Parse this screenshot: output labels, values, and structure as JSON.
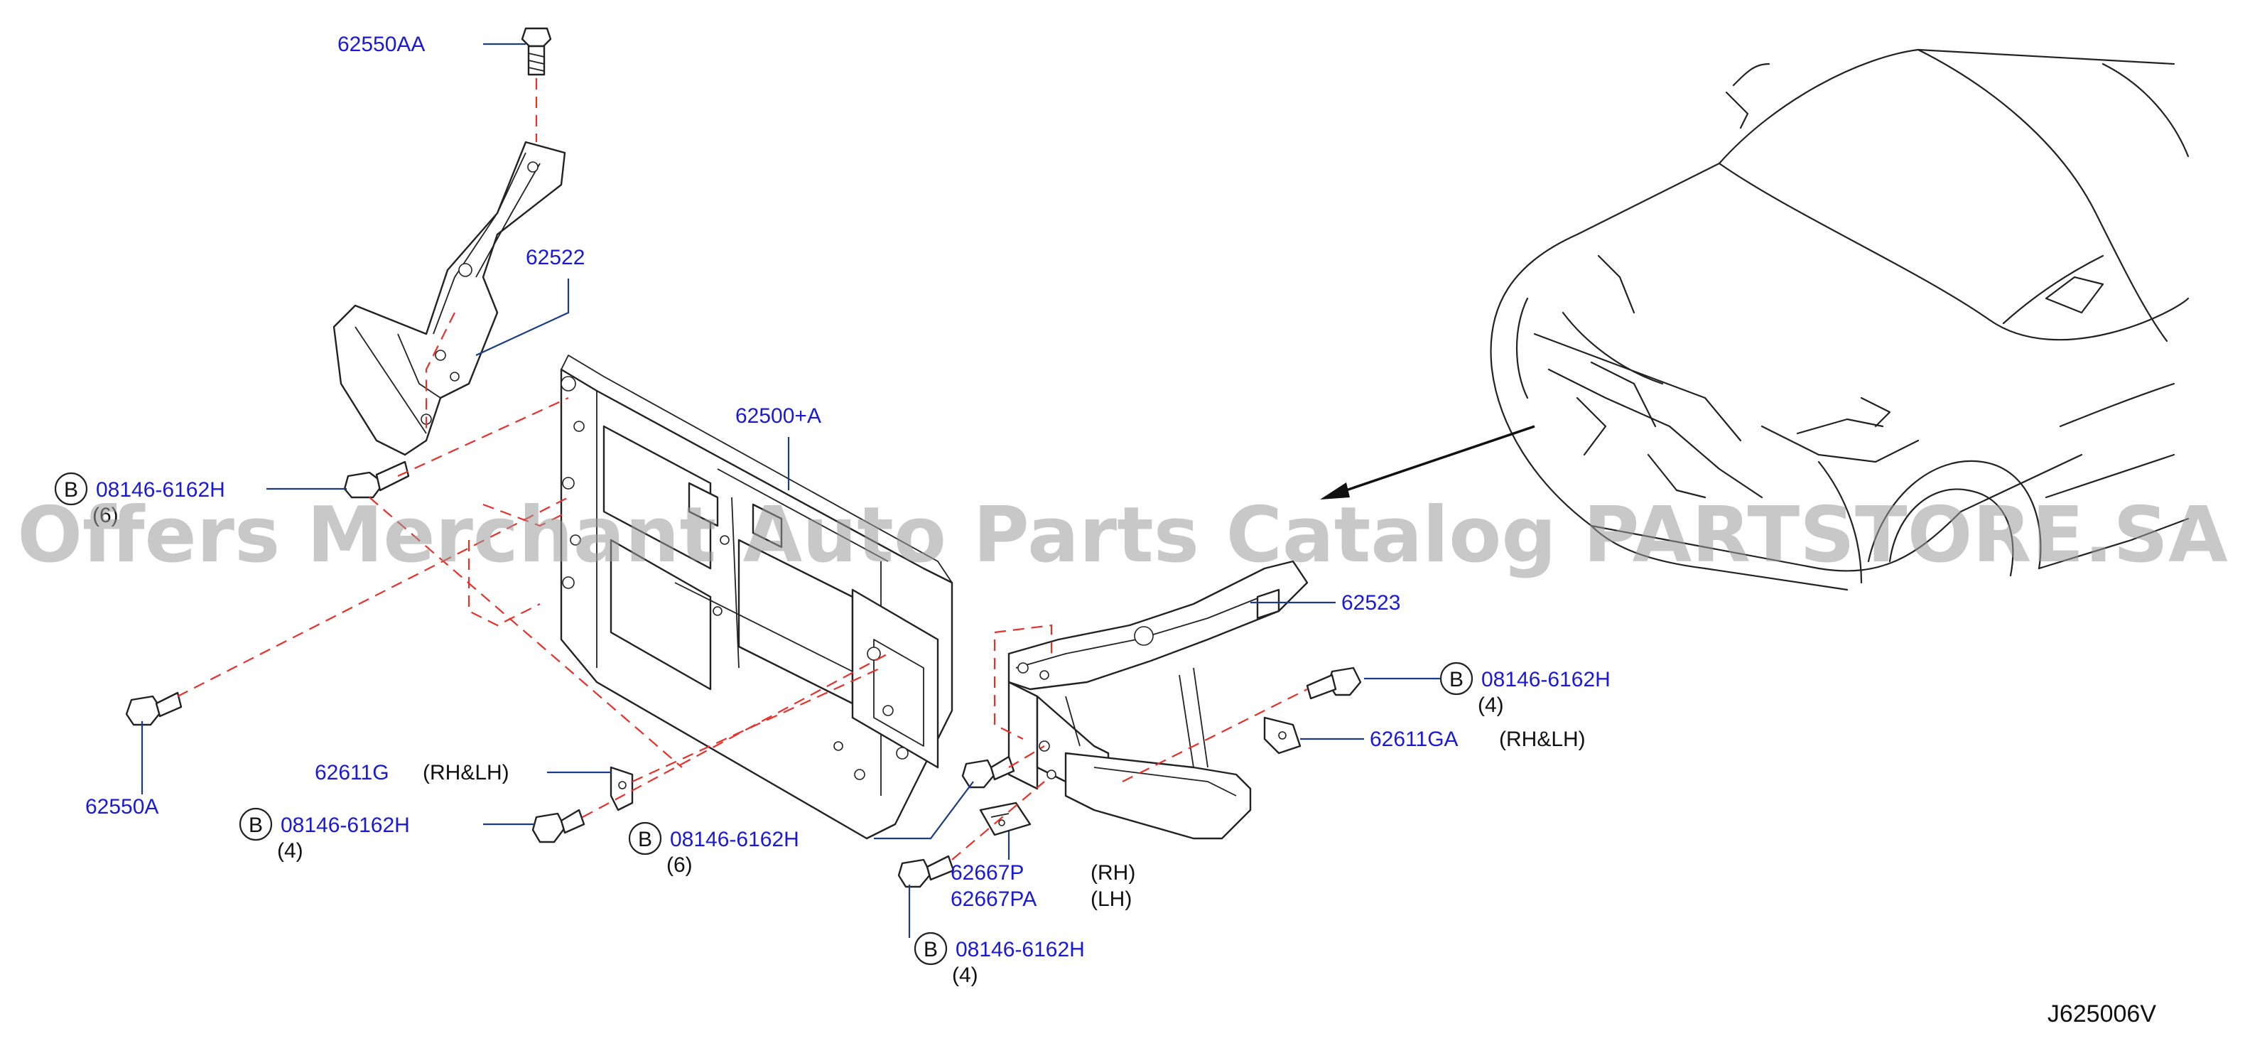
{
  "diagram_code": "J625006V",
  "watermark": "Offers Merchant Auto Parts Catalog PARTSTORE.SA",
  "labels": {
    "p62550AA": "62550AA",
    "p62522": "62522",
    "p62500A": "62500+A",
    "p62523": "62523",
    "p62550A": "62550A",
    "p62611G": "62611G",
    "p62611G_side": "(RH&LH)",
    "p62611GA": "62611GA",
    "p62611GA_side": "(RH&LH)",
    "p62667P": "62667P",
    "p62667P_side": "(RH)",
    "p62667PA": "62667PA",
    "p62667PA_side": "(LH)",
    "bolt_b": "B",
    "bolt_part": "08146-6162H",
    "bolt1_qty": "(6)",
    "bolt2_qty": "(4)",
    "bolt3_qty": "(4)",
    "bolt4_qty": "(6)",
    "bolt5_qty": "(4)"
  },
  "colors": {
    "part_number": "#1a1ad6",
    "leader_line": "#1a3a8a",
    "dashed_line": "#e5312a",
    "drawing": "#222222",
    "watermark": "#9a9a9a"
  }
}
